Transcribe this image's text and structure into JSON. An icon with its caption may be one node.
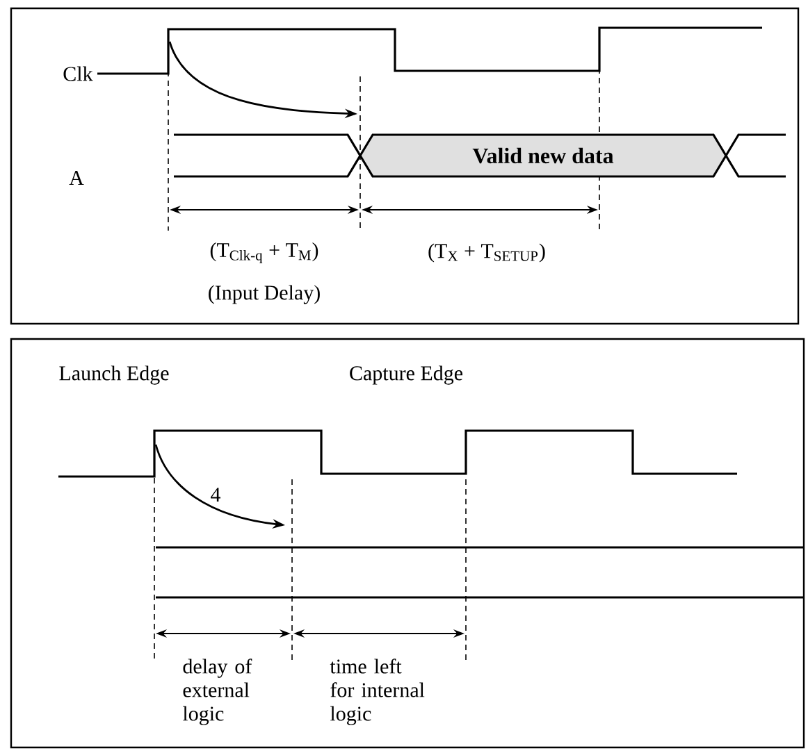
{
  "diagram": {
    "nodes": [
      {
        "text": [],
        "shape": "box"
      },
      {
        "text": [
          "Valid new data"
        ],
        "in": 0
      },
      {
        "text": [],
        "shape": "box"
      }
    ],
    "labels": [
      "Clk",
      "A",
      "(T$_{Clk-q}$ + T$_{M}$)",
      "(T$_{X}$ + T$_{SETUP}$)",
      "(Input Delay)",
      "Launch Edge",
      "Capture Edge",
      "4",
      "delay of external logic",
      "time left for internal logic"
    ]
  }
}
